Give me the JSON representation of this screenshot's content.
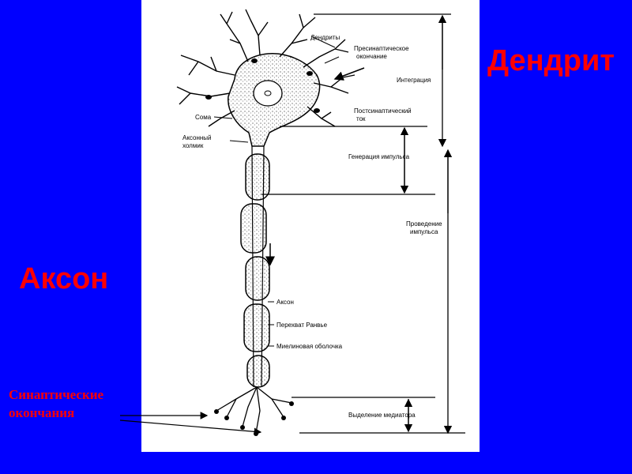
{
  "slide": {
    "title_right": "Дендрит",
    "title_left": "Аксон",
    "synaptic_line1": "Синаптические",
    "synaptic_line2": "окончания"
  },
  "diagram": {
    "labels": {
      "dendrites": "Дендриты",
      "presynaptic_1": "Пресинаптическое",
      "presynaptic_2": "окончание",
      "integration": "Интеграция",
      "postsynaptic_1": "Постсинаптический",
      "postsynaptic_2": "ток",
      "soma": "Сома",
      "hillock_1": "Аксонный",
      "hillock_2": "холмик",
      "impulse_generation": "Генерация импульса",
      "conduction_1": "Проведение",
      "conduction_2": "импульса",
      "axon": "Аксон",
      "ranvier": "Перехват Ранвье",
      "myelin": "Миелиновая оболочка",
      "mediator_release": "Выделение медиатора"
    }
  },
  "colors": {
    "background": "#0000ff",
    "accent_text": "#ff0000",
    "panel": "#ffffff"
  }
}
